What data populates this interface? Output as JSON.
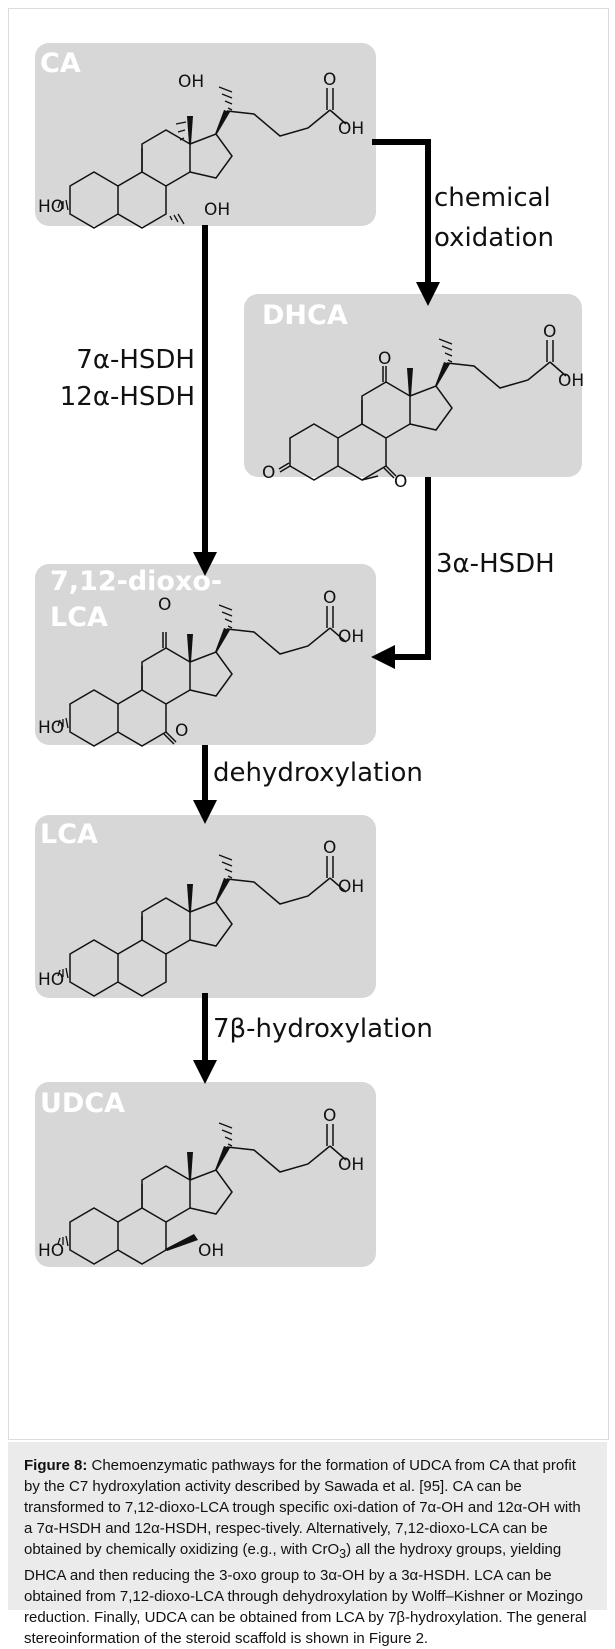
{
  "compounds": {
    "ca": {
      "label": "CA",
      "ho": "HO",
      "oh_left": "OH",
      "oh_top": "OH",
      "oh_acid": "OH",
      "o_acid": "O"
    },
    "dhca": {
      "label": "DHCA",
      "o_left": "O",
      "o_bottom": "O",
      "o_top": "O",
      "oh_acid": "OH",
      "o_acid": "O"
    },
    "dioxo": {
      "label_line1": "7,12-dioxo-",
      "label_line2": "LCA",
      "ho": "HO",
      "o_bottom": "O",
      "o_top": "O",
      "oh_acid": "OH",
      "o_acid": "O"
    },
    "lca": {
      "label": "LCA",
      "ho": "HO",
      "oh_acid": "OH",
      "o_acid": "O"
    },
    "udca": {
      "label": "UDCA",
      "ho": "HO",
      "oh_bottom": "OH",
      "oh_acid": "OH",
      "o_acid": "O"
    }
  },
  "arrows": {
    "chemical_oxidation_line1": "chemical",
    "chemical_oxidation_line2": "oxidation",
    "hsdh_7a": "7α-HSDH",
    "hsdh_12a": "12α-HSDH",
    "hsdh_3a": "3α-HSDH",
    "dehydroxylation": "dehydroxylation",
    "hydroxylation": "7β-hydroxylation"
  },
  "caption": {
    "label": "Figure 8:",
    "part1": " Chemoenzymatic pathways for the formation of UDCA from CA that profit by the C7 hydroxylation activity described by Sawada et al. [95]. CA can be transformed to 7,12-dioxo-LCA trough specific oxi-dation of 7α-OH and 12α-OH with a 7α-HSDH and 12α-HSDH, respec-tively. Alternatively, 7,12-dioxo-LCA can be obtained by chemically oxidizing (e.g., with CrO",
    "sub": "3",
    "part2": ") all the hydroxy groups, yielding DHCA and then reducing the 3-oxo group to 3α-OH by a 3α-HSDH. LCA can be obtained from 7,12-dioxo-LCA through dehydroxylation by Wolff–Kishner or Mozingo reduction. Finally, UDCA can be obtained from LCA by 7β-hydroxylation. The general stereoinformation of the steroid scaffold is shown in Figure 2."
  }
}
